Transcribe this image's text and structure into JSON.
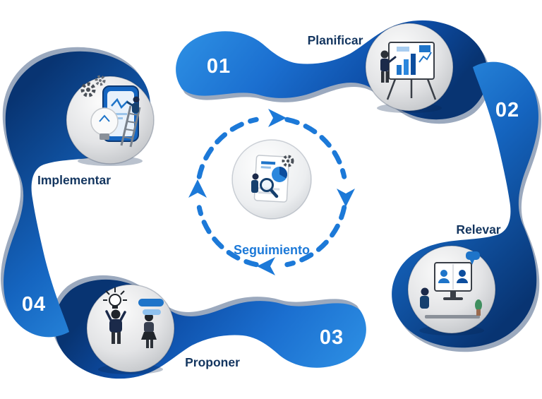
{
  "center": {
    "label": "Seguimiento",
    "icon": "document-analysis-pie-chart-magnifier"
  },
  "cycle_direction": "clockwise",
  "steps": [
    {
      "number": "01",
      "label": "Planificar",
      "icon": "person-presenting-charts-on-whiteboard"
    },
    {
      "number": "02",
      "label": "Relevar",
      "icon": "video-call-on-monitor-with-people"
    },
    {
      "number": "03",
      "label": "Proponer",
      "icon": "people-discussing-idea-lightbulb"
    },
    {
      "number": "04",
      "label": "Implementar",
      "icon": "person-on-ladder-lightbulb-gears-tablet"
    }
  ],
  "colors": {
    "blue_light": "#2f93e6",
    "blue": "#1565c0",
    "blue_dark": "#083472",
    "ring_accent": "#1c79d8",
    "label_text": "#13355f",
    "number_text": "#ffffff",
    "circle_gray": "#c7c9cc"
  }
}
